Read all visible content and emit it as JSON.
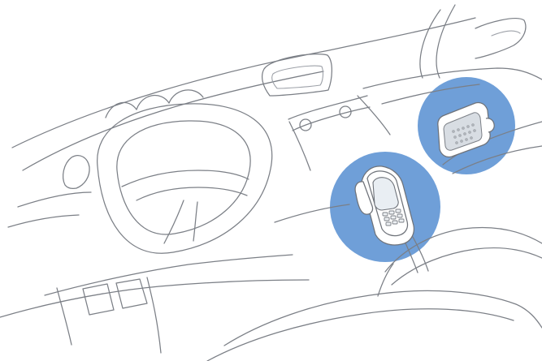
{
  "scene": {
    "subjects": [
      {
        "name": "phone-holder",
        "icon": "mobile-phone-cradle"
      },
      {
        "name": "speaker",
        "icon": "speaker-box"
      }
    ],
    "colors": {
      "background": "#ffffff",
      "line": "#7b7f86",
      "highlight": "#6f9fd8",
      "highlight_soft": "#d7e6f6"
    }
  }
}
